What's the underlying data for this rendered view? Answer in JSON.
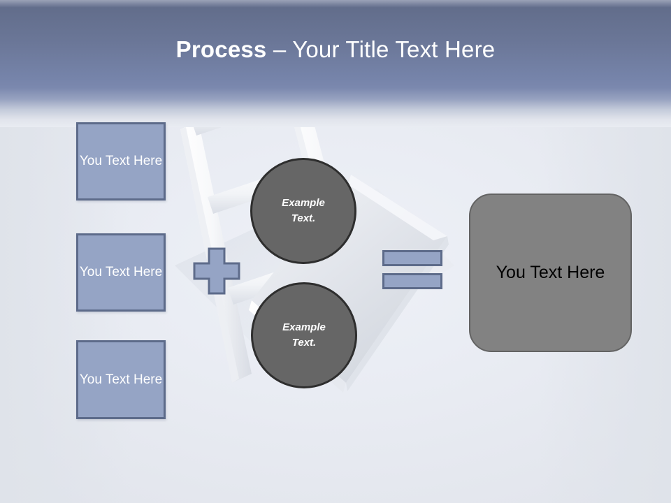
{
  "slide": {
    "title_strong": "Process",
    "title_separator": " – ",
    "title_light": "Your Title Text Here",
    "background_image_subject": "white ladder-back chair photo",
    "colors": {
      "header_top": "#5b6684",
      "header_mid": "#7684aa",
      "page_background": "#e6e9f0",
      "accent_blue_fill": "#95a4c5",
      "accent_blue_border": "#5d6b8a",
      "circle_fill": "#666666",
      "circle_border": "#2e2e2e",
      "result_fill": "#828282",
      "result_border": "#636363",
      "title_text": "#ffffff",
      "result_text": "#000000"
    }
  },
  "input_boxes": [
    {
      "label": "You Text Here"
    },
    {
      "label": "You Text Here"
    },
    {
      "label": "You Text Here"
    }
  ],
  "operators": {
    "plus": "+",
    "equals": "="
  },
  "circles": [
    {
      "line1": "Example",
      "line2": "Text."
    },
    {
      "line1": "Example",
      "line2": "Text."
    }
  ],
  "result": {
    "label": "You Text Here"
  }
}
